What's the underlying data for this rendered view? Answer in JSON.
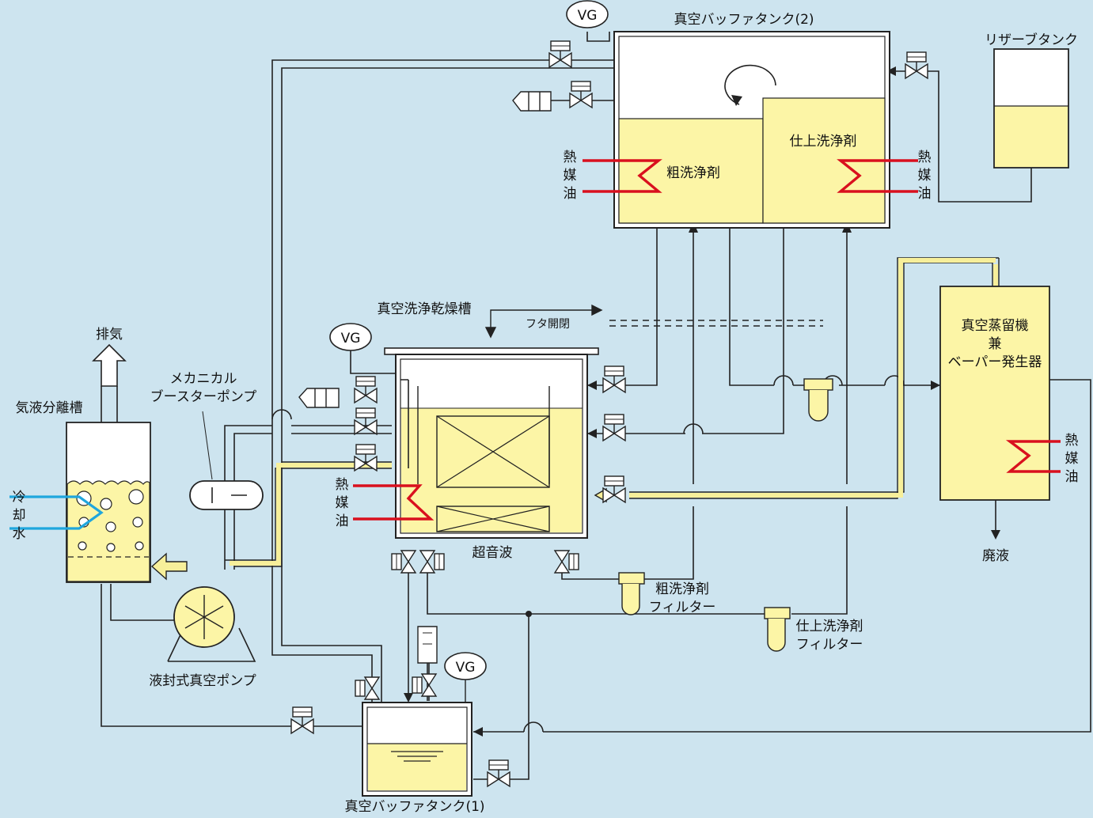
{
  "labels": {
    "buffer_tank_2": "真空バッファタンク(2)",
    "reserve_tank": "リザーブタンク",
    "finish_detergent": "仕上洗浄剤",
    "rough_detergent": "粗洗浄剤",
    "heat_oil": "熱媒油",
    "vacuum_wash_dry_tank": "真空洗浄乾燥槽",
    "lid_open": "フタ開閉",
    "exhaust": "排気",
    "gas_liquid_separator": "気液分離槽",
    "mechanical_booster_pump": "メカニカルブースターポンプ",
    "cooling_water": "冷却水",
    "ultrasonic": "超音波",
    "vacuum_distiller": "真空蒸留機兼ベーパー発生器",
    "waste_liquid": "廃液",
    "rough_filter": "粗洗浄剤フィルター",
    "finish_filter": "仕上洗浄剤フィルター",
    "liquid_ring_pump": "液封式真空ポンプ",
    "buffer_tank_1": "真空バッファタンク(1)",
    "vg": "VG"
  },
  "split_lines": {
    "heat_oil": [
      "熱",
      "媒",
      "油"
    ],
    "cooling_water": [
      "冷",
      "却",
      "水"
    ],
    "mechanical_booster_pump": [
      "メカニカル",
      "ブースターポンプ"
    ],
    "vacuum_distiller": [
      "真空蒸留機",
      "兼",
      "ベーパー発生器"
    ],
    "rough_filter": [
      "粗洗浄剤",
      "フィルター"
    ],
    "finish_filter": [
      "仕上洗浄剤",
      "フィルター"
    ]
  },
  "colors": {
    "background": "#cde4ef",
    "liquid": "#fcf5a6",
    "heater": "#d9101e",
    "coolant": "#1fa6dd",
    "vapor_pipe": "#f7ef9a",
    "line": "#222222"
  }
}
